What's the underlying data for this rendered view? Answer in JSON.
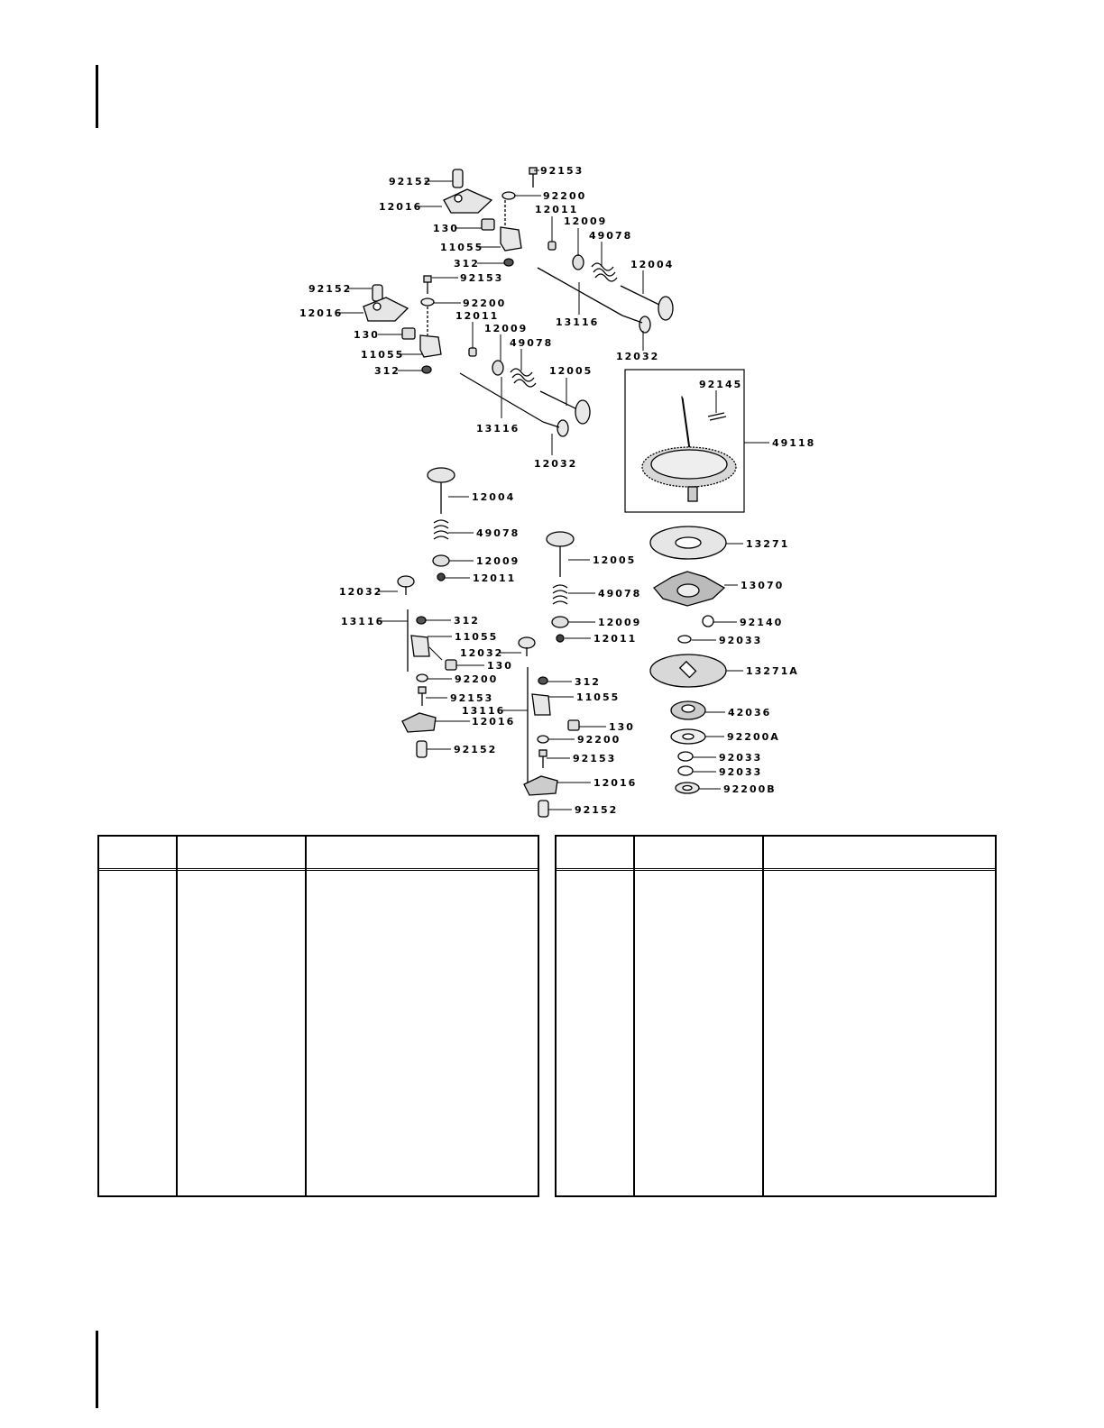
{
  "diagram": {
    "callouts": {
      "t_92153": "92153",
      "t_92152": "92152",
      "t_92200": "92200",
      "t_12016": "12016",
      "t_12011": "12011",
      "t_130": "130",
      "t_12009": "12009",
      "t_49078": "49078",
      "t_11055": "11055",
      "t_12004": "12004",
      "t_312": "312",
      "l_92152": "92152",
      "l_92153": "92153",
      "l_12016": "12016",
      "l_92200": "92200",
      "l_12011": "12011",
      "l_130": "130",
      "l_12009": "12009",
      "l_49078": "49078",
      "l_11055": "11055",
      "l_312": "312",
      "l_12005": "12005",
      "t_13116": "13116",
      "t_12032": "12032",
      "l_13116": "13116",
      "l_12032": "12032",
      "c_92145": "92145",
      "c_49118": "49118",
      "b_12004": "12004",
      "b_49078": "49078",
      "b_12009": "12009",
      "b_12011": "12011",
      "b_12032": "12032",
      "b_13116": "13116",
      "b_312": "312",
      "b_11055": "11055",
      "b_130": "130",
      "b_92200": "92200",
      "b_92153": "92153",
      "b_12016": "12016",
      "b_92152": "92152",
      "m_12005": "12005",
      "m_49078": "49078",
      "m_12009": "12009",
      "m_12011": "12011",
      "m_12032": "12032",
      "m_312": "312",
      "m_11055": "11055",
      "m_13116": "13116",
      "m_130": "130",
      "m_92200": "92200",
      "m_92153": "92153",
      "m_12016": "12016",
      "m_92152": "92152",
      "r_13271": "13271",
      "r_13070": "13070",
      "r_92140": "92140",
      "r_92033a": "92033",
      "r_13271A": "13271A",
      "r_42036": "42036",
      "r_92200A": "92200A",
      "r_92033b": "92033",
      "r_92033c": "92033",
      "r_92200B": "92200B"
    }
  },
  "tables": [
    {
      "columns": [
        "",
        "",
        ""
      ],
      "rows": []
    },
    {
      "columns": [
        "",
        "",
        ""
      ],
      "rows": []
    }
  ]
}
